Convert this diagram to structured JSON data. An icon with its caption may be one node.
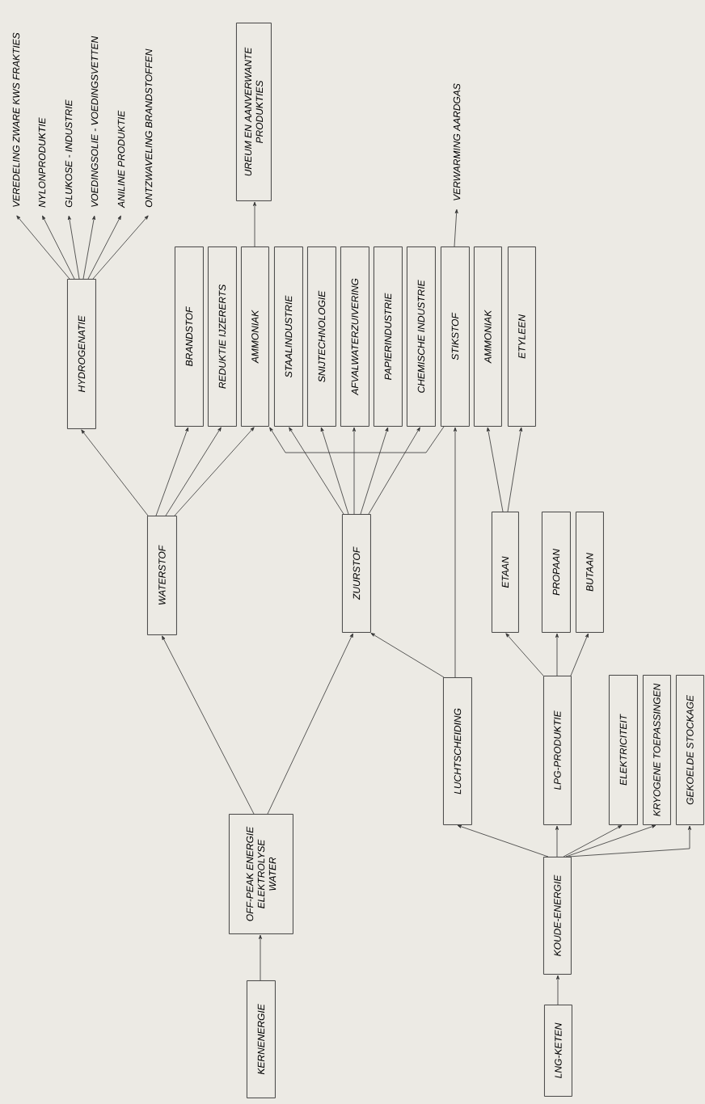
{
  "diagram": {
    "nodes": [
      {
        "text": [
          "KERNENERGIE"
        ]
      },
      {
        "text": [
          "OFF-PEAK ENERGIE ELEKTROLYSE WATER"
        ]
      },
      {
        "text": [
          "WATERSTOF"
        ]
      },
      {
        "text": [
          "ZUURSTOF"
        ]
      },
      {
        "text": [
          "HYDROGENATIE"
        ]
      },
      {
        "text": [
          "VEREDELING ZWARE KWS FRAKTIES"
        ]
      },
      {
        "text": [
          "NYLONPRODUKTIE"
        ]
      },
      {
        "text": [
          "GLUKOSE - INDUSTRIE"
        ]
      },
      {
        "text": [
          "VOEDINGSOLIE - VOEDINGSVETTEN"
        ]
      },
      {
        "text": [
          "ANILINE PRODUKTIE"
        ]
      },
      {
        "text": [
          "ONTZWAVELING BRANDSTOFFEN"
        ]
      },
      {
        "text": [
          "BRANDSTOF"
        ]
      },
      {
        "text": [
          "REDUKTIE IJZERERTS"
        ]
      },
      {
        "text": [
          "AMMONIAK"
        ]
      },
      {
        "text": [
          "UREUM EN AANVERWANTE PRODUKTIES"
        ]
      },
      {
        "text": [
          "STAALINDUSTRIE"
        ]
      },
      {
        "text": [
          "SNIJTECHNOLOGIE"
        ]
      },
      {
        "text": [
          "AFVALWATERZUIVERING"
        ]
      },
      {
        "text": [
          "PAPIERINDUSTRIE"
        ]
      },
      {
        "text": [
          "CHEMISCHE INDUSTRIE"
        ]
      },
      {
        "text": [
          "STIKSTOF"
        ]
      },
      {
        "text": [
          "VERWARMING AARDGAS"
        ]
      },
      {
        "text": [
          "AMMONIAK"
        ]
      },
      {
        "text": [
          "ETYLEEN"
        ]
      },
      {
        "text": [
          "LNG-KETEN"
        ]
      },
      {
        "text": [
          "KOUDE-ENERGIE"
        ]
      },
      {
        "text": [
          "LUCHTSCHEIDING"
        ]
      },
      {
        "text": [
          "LPG-PRODUKTIE"
        ]
      },
      {
        "text": [
          "ETAAN"
        ]
      },
      {
        "text": [
          "PROPAAN"
        ]
      },
      {
        "text": [
          "BUTAAN"
        ]
      },
      {
        "text": [
          "ELEKTRICITEIT"
        ]
      },
      {
        "text": [
          "KRYOGENE TOEPASSINGEN"
        ]
      },
      {
        "text": [
          "GEKOELDE STOCKAGE"
        ]
      }
    ],
    "edges": [
      {
        "from": 0,
        "to": 1,
        "arrow": "to"
      },
      {
        "from": 1,
        "to": 2,
        "arrow": "to"
      },
      {
        "from": 1,
        "to": 3,
        "arrow": "to"
      },
      {
        "from": 2,
        "to": 4,
        "arrow": "to"
      },
      {
        "from": 2,
        "to": 11,
        "arrow": "to"
      },
      {
        "from": 2,
        "to": 12,
        "arrow": "to"
      },
      {
        "from": 2,
        "to": 13,
        "arrow": "to"
      },
      {
        "from": 4,
        "to": 5,
        "arrow": "to"
      },
      {
        "from": 4,
        "to": 6,
        "arrow": "to"
      },
      {
        "from": 4,
        "to": 7,
        "arrow": "to"
      },
      {
        "from": 4,
        "to": 8,
        "arrow": "to"
      },
      {
        "from": 4,
        "to": 9,
        "arrow": "to"
      },
      {
        "from": 4,
        "to": 10,
        "arrow": "to"
      },
      {
        "from": 13,
        "to": 14,
        "arrow": "to"
      },
      {
        "from": 3,
        "to": 15,
        "arrow": "to"
      },
      {
        "from": 3,
        "to": 16,
        "arrow": "to"
      },
      {
        "from": 3,
        "to": 17,
        "arrow": "to"
      },
      {
        "from": 3,
        "to": 18,
        "arrow": "to"
      },
      {
        "from": 3,
        "to": 19,
        "arrow": "to"
      },
      {
        "from": 20,
        "to": 13,
        "arrow": "to"
      },
      {
        "from": 20,
        "to": 21,
        "arrow": "to"
      },
      {
        "from": 26,
        "to": 3,
        "arrow": "to"
      },
      {
        "from": 26,
        "to": 20,
        "arrow": "to"
      },
      {
        "from": 28,
        "to": 22,
        "arrow": "to"
      },
      {
        "from": 28,
        "to": 23,
        "arrow": "to"
      },
      {
        "from": 27,
        "to": 28,
        "arrow": "to"
      },
      {
        "from": 27,
        "to": 29,
        "arrow": "to"
      },
      {
        "from": 27,
        "to": 30,
        "arrow": "to"
      },
      {
        "from": 25,
        "to": 26,
        "arrow": "to"
      },
      {
        "from": 25,
        "to": 27,
        "arrow": "to"
      },
      {
        "from": 25,
        "to": 31,
        "arrow": "to"
      },
      {
        "from": 25,
        "to": 32,
        "arrow": "to"
      },
      {
        "from": 25,
        "to": 33,
        "arrow": "to"
      },
      {
        "from": 24,
        "to": 25,
        "arrow": "to"
      }
    ]
  }
}
